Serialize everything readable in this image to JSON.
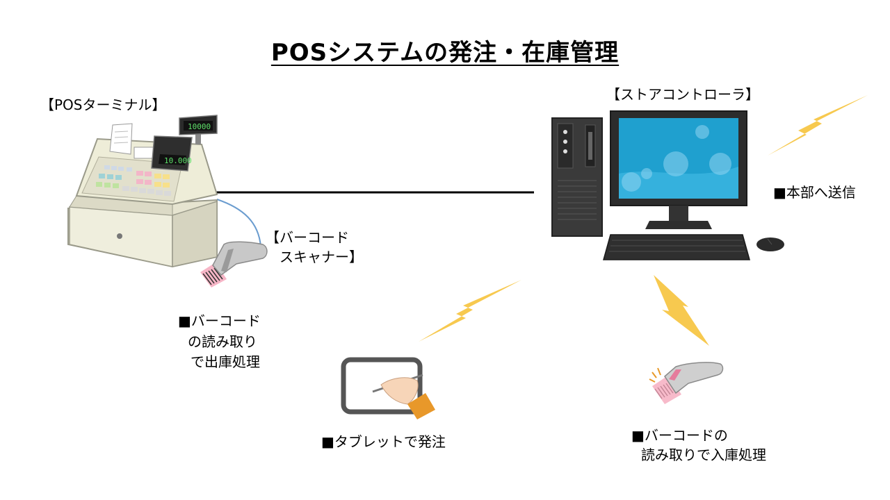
{
  "title": "POSシステムの発注・在庫管理",
  "labels": {
    "pos_terminal": "【POSターミナル】",
    "register_display": "10000",
    "register_screen": "10.000",
    "scanner_line1": "【バーコード",
    "scanner_line2": "スキャナー】",
    "outbound_line1": "■バーコード",
    "outbound_line2": "の読み取り",
    "outbound_line3": "で出庫処理",
    "store_controller": "【ストアコントローラ】",
    "hq_send": "■本部へ送信",
    "tablet_order": "■タブレットで発注",
    "inbound_line1": "■バーコードの",
    "inbound_line2": "読み取りで入庫処理"
  },
  "colors": {
    "lightning": "#f7c94f",
    "monitor": "#1fa0cf",
    "tablet_frame": "#555555",
    "glove": "#e8982a",
    "scanner_light": "#f07fa0"
  }
}
